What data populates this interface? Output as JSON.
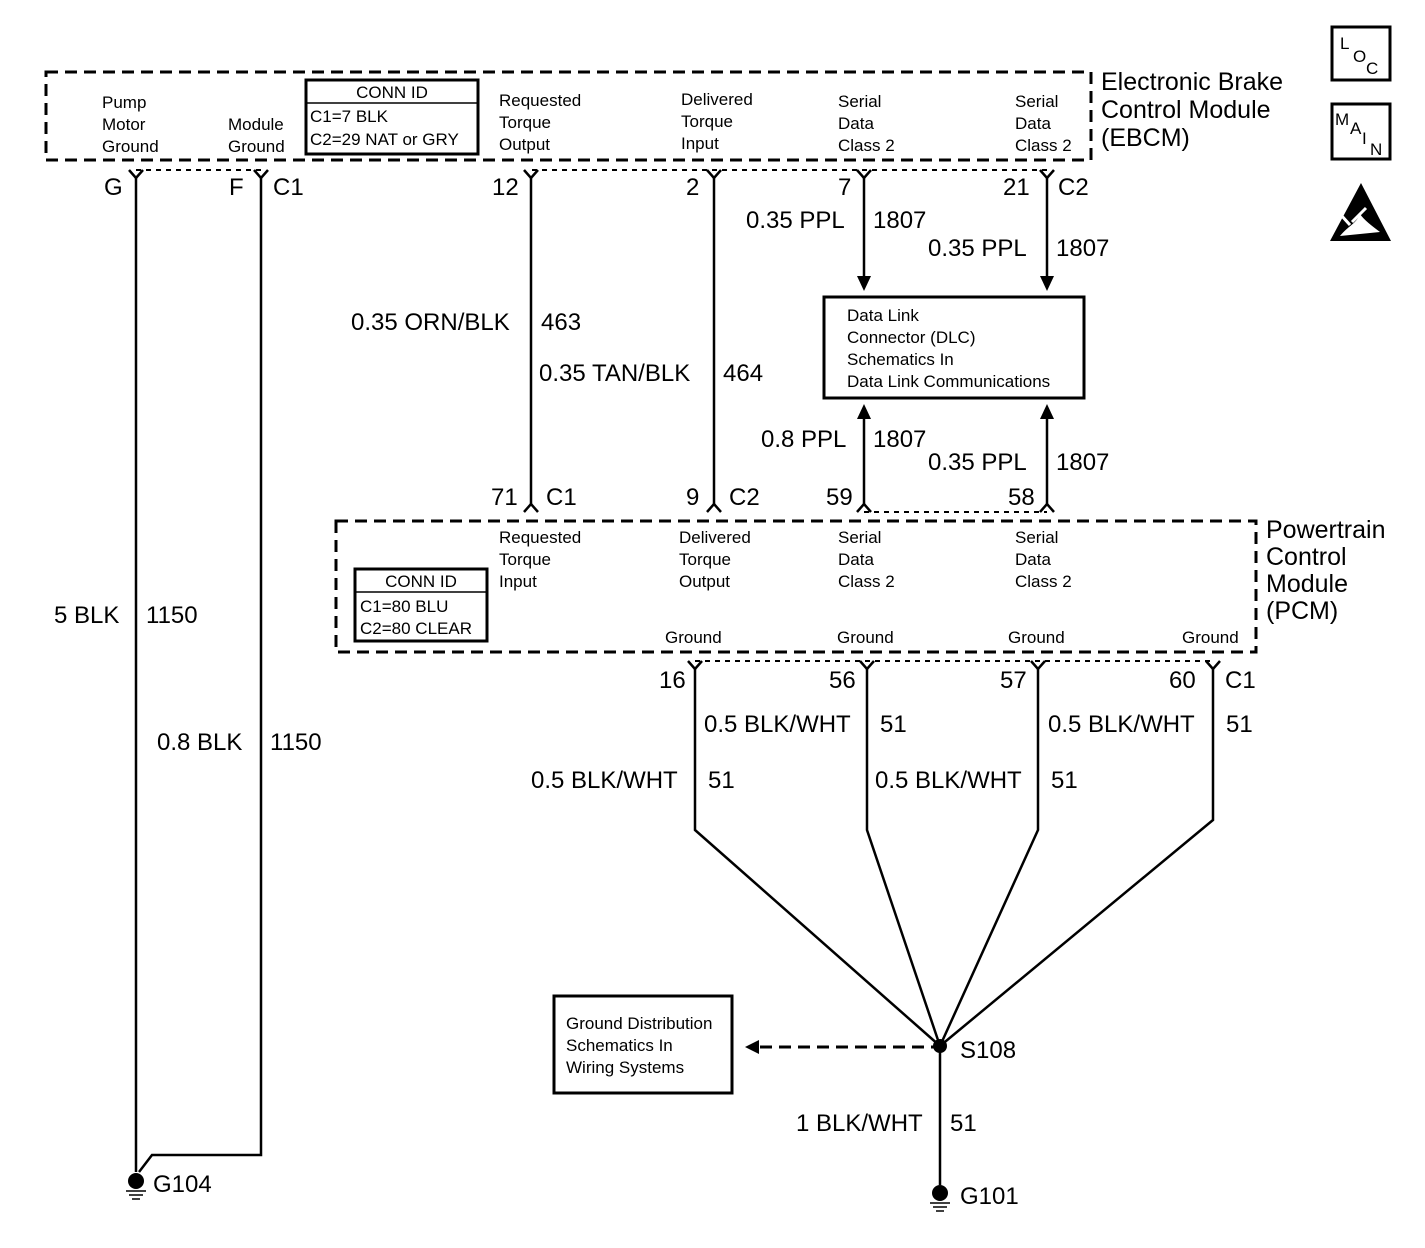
{
  "ebcm": {
    "title_lines": [
      "Electronic Brake",
      "Control Module",
      "(EBCM)"
    ],
    "pump_motor_ground": [
      "Pump",
      "Motor",
      "Ground"
    ],
    "module_ground": [
      "Module",
      "Ground"
    ],
    "requested_torque_output": [
      "Requested",
      "Torque",
      "Output"
    ],
    "delivered_torque_input": [
      "Delivered",
      "Torque",
      "Input"
    ],
    "serial_data_a": [
      "Serial",
      "Data",
      "Class 2"
    ],
    "serial_data_b": [
      "Serial",
      "Data",
      "Class 2"
    ],
    "conn_id": {
      "header": "CONN ID",
      "c1": "C1=7 BLK",
      "c2": "C2=29 NAT or GRY"
    },
    "pins": {
      "g": "G",
      "f": "F",
      "c1": "C1",
      "p12": "12",
      "p2": "2",
      "p7": "7",
      "p21": "21",
      "c2": "C2"
    }
  },
  "pcm": {
    "title_lines": [
      "Powertrain",
      "Control",
      "Module",
      "(PCM)"
    ],
    "requested_torque_input": [
      "Requested",
      "Torque",
      "Input"
    ],
    "delivered_torque_output": [
      "Delivered",
      "Torque",
      "Output"
    ],
    "serial_data_a": [
      "Serial",
      "Data",
      "Class 2"
    ],
    "serial_data_b": [
      "Serial",
      "Data",
      "Class 2"
    ],
    "grounds": [
      "Ground",
      "Ground",
      "Ground",
      "Ground"
    ],
    "conn_id": {
      "header": "CONN ID",
      "c1": "C1=80 BLU",
      "c2": "C2=80 CLEAR"
    },
    "top_pins": {
      "p71": "71",
      "c1": "C1",
      "p9": "9",
      "c2": "C2",
      "p59": "59",
      "p58": "58"
    },
    "bottom_pins": {
      "p16": "16",
      "p56": "56",
      "p57": "57",
      "p60": "60",
      "c1": "C1"
    }
  },
  "dlc": {
    "lines": [
      "Data Link",
      "Connector (DLC)",
      "Schematics In",
      "Data Link Communications"
    ]
  },
  "ground_dist": {
    "lines": [
      "Ground Distribution",
      "Schematics In",
      "Wiring Systems"
    ]
  },
  "wires": {
    "w5blk": {
      "spec": "5 BLK",
      "circuit": "1150"
    },
    "w08blk": {
      "spec": "0.8 BLK",
      "circuit": "1150"
    },
    "orn": {
      "spec": "0.35 ORN/BLK",
      "circuit": "463"
    },
    "tan": {
      "spec": "0.35 TAN/BLK",
      "circuit": "464"
    },
    "ppl_top_a": {
      "spec": "0.35 PPL",
      "circuit": "1807"
    },
    "ppl_top_b": {
      "spec": "0.35 PPL",
      "circuit": "1807"
    },
    "ppl_bot_a": {
      "spec": "0.8 PPL",
      "circuit": "1807"
    },
    "ppl_bot_b": {
      "spec": "0.35 PPL",
      "circuit": "1807"
    },
    "g16": {
      "spec": "0.5 BLK/WHT",
      "circuit": "51"
    },
    "g56": {
      "spec": "0.5 BLK/WHT",
      "circuit": "51"
    },
    "g57": {
      "spec": "0.5 BLK/WHT",
      "circuit": "51"
    },
    "g60": {
      "spec": "0.5 BLK/WHT",
      "circuit": "51"
    },
    "g101": {
      "spec": "1 BLK/WHT",
      "circuit": "51"
    }
  },
  "splice": "S108",
  "grounds": {
    "g104": "G104",
    "g101": "G101"
  },
  "icons": {
    "loc": {
      "l": "L",
      "o": "O",
      "c": "C"
    },
    "main": {
      "m": "M",
      "a": "A",
      "i": "I",
      "n": "N"
    },
    "esd": "esd-warning-icon"
  }
}
